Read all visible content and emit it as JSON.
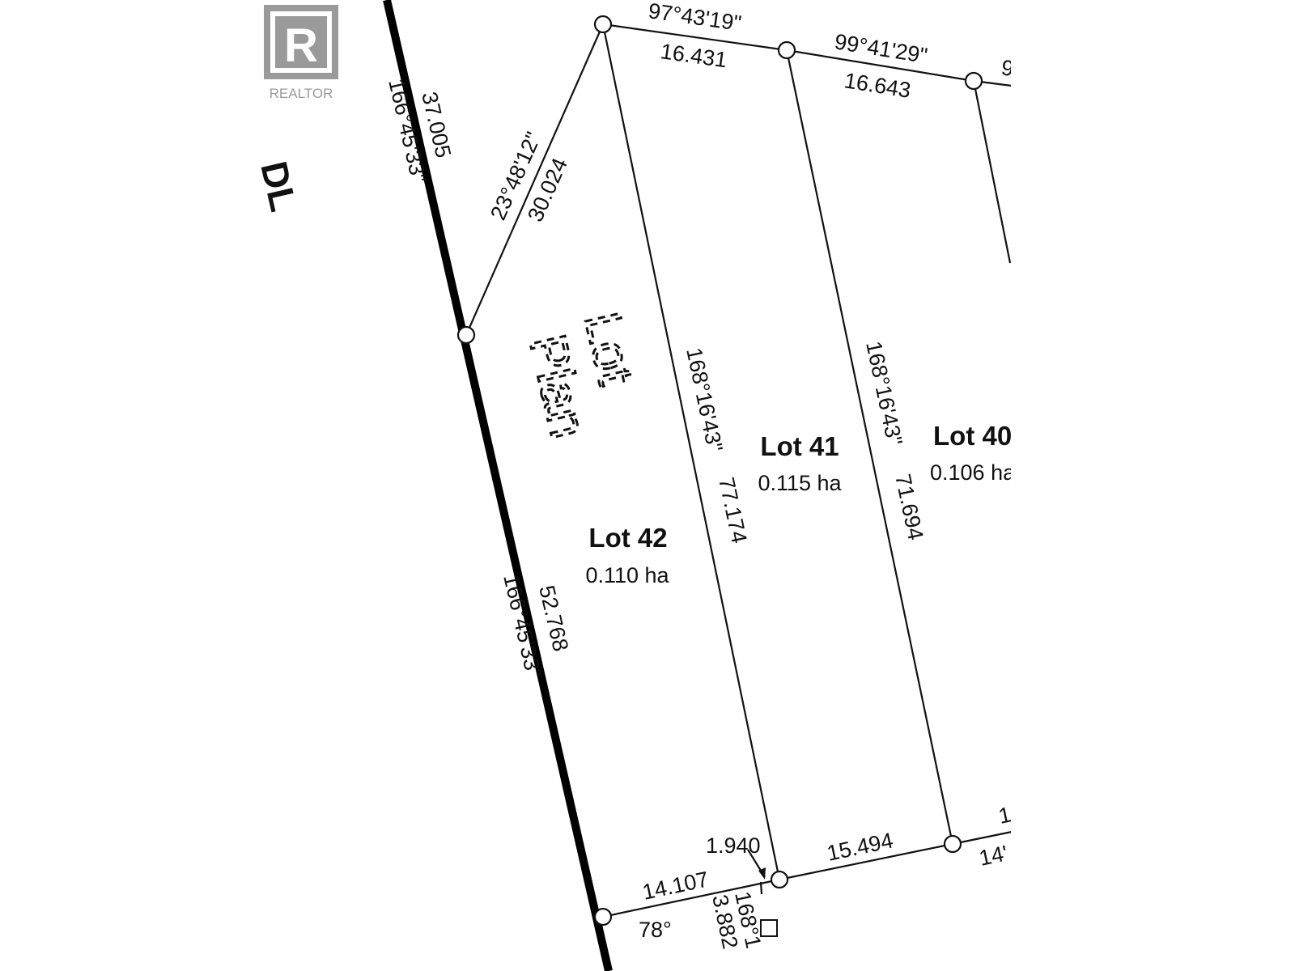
{
  "logo": {
    "text": "REALTOR",
    "mark": "R",
    "color": "#9a9a9a"
  },
  "watermark": {
    "line1": "Lot",
    "line2": "Plan"
  },
  "district_label": "DL",
  "lots": [
    {
      "name": "Lot 42",
      "area": "0.110 ha"
    },
    {
      "name": "Lot 41",
      "area": "0.115 ha"
    },
    {
      "name": "Lot 40",
      "area": "0.106 ha"
    }
  ],
  "dimensions": {
    "west_upper_distance": "37.005",
    "west_upper_bearing": "166°45'33\"",
    "west_lower_distance": "52.768",
    "west_lower_bearing": "166°45'33\"",
    "diagonal_bearing": "23°48'12\"",
    "diagonal_distance": "30.024",
    "top_lot41_bearing": "97°43'19\"",
    "top_lot41_distance": "16.431",
    "top_lot40_bearing": "99°41'29\"",
    "top_lot40_distance": "16.643",
    "top_partial": "9",
    "line_42_41_bearing": "168°16'43\"",
    "line_42_41_distance": "77.174",
    "line_41_40_bearing": "168°16'43\"",
    "line_41_40_distance": "71.694",
    "bottom_lot42_distance": "14.107",
    "bottom_lot42_angle": "78°",
    "bottom_offset": "1.940",
    "bottom_lot41_distance": "15.494",
    "bottom_partial_top": "1",
    "bottom_partial": "14'",
    "bottom_small_bearing": "168°1",
    "bottom_small_distance": "3.882"
  }
}
